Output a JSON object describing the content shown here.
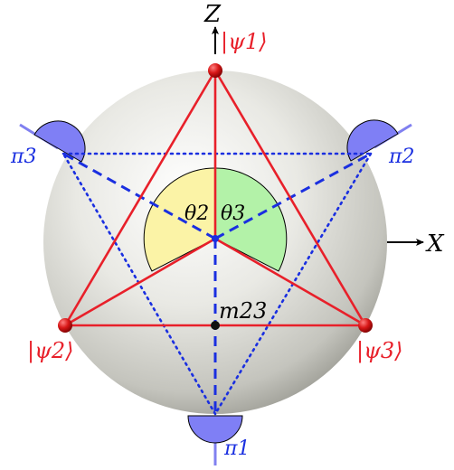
{
  "axes": {
    "z_label": "Z",
    "x_label": "X"
  },
  "states": {
    "psi1": "|ψ1⟩",
    "psi2": "|ψ2⟩",
    "psi3": "|ψ3⟩"
  },
  "projectors": {
    "pi1": "π1",
    "pi2": "π2",
    "pi3": "π3"
  },
  "angles": {
    "theta2": "θ2",
    "theta3": "θ3"
  },
  "midpoint": {
    "label": "m23"
  },
  "colors": {
    "red": "#e8202a",
    "blue": "#1a2fe0",
    "projector_fill": "#7f7ff5",
    "yellow_sector": "#fbf3a6",
    "green_sector": "#b3f2a8",
    "sphere_light": "#ffffff",
    "sphere_dark": "#8a8a82"
  }
}
